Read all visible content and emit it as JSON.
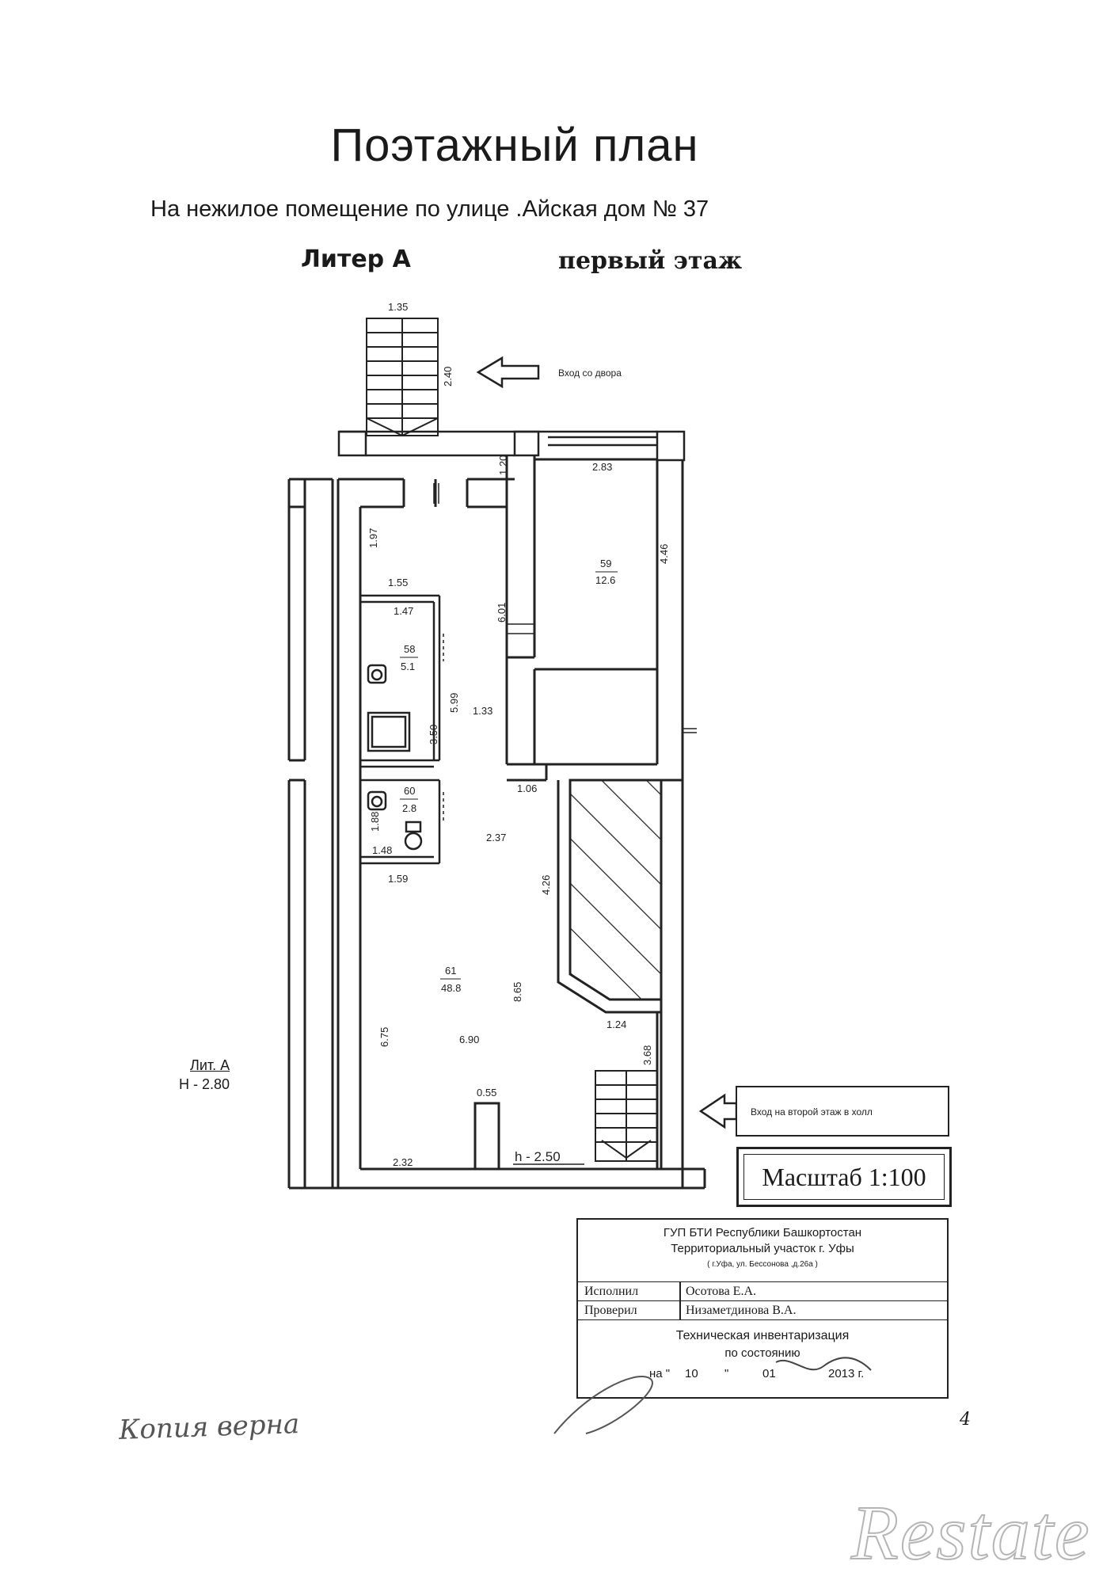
{
  "header": {
    "title": "Поэтажный план",
    "subtitle": "На нежилое помещение по улице .Айская дом № 37",
    "liter": "Литер А",
    "floor": "первый этаж"
  },
  "plan": {
    "entrances": {
      "yard": "Вход со двора",
      "second_floor": "Вход на второй этаж в холл"
    },
    "liter_note": {
      "label": "Лит. А",
      "height": "Н - 2.80"
    },
    "ceiling_note": "h - 2.50",
    "rooms": [
      {
        "number": "59",
        "area": "12.6"
      },
      {
        "number": "58",
        "area": "5.1"
      },
      {
        "number": "60",
        "area": "2.8"
      },
      {
        "number": "61",
        "area": "48.8"
      }
    ],
    "dimensions": {
      "stair_width": "1.35",
      "stair_length": "2.40",
      "d_120": "1.20",
      "d_283": "2.83",
      "d_446": "4.46",
      "d_197": "1.97",
      "d_155": "1.55",
      "d_147": "1.47",
      "d_601": "6.01",
      "d_599": "5.99",
      "d_133": "1.33",
      "d_350": "3.50",
      "d_106": "1.06",
      "d_188": "1.88",
      "d_148": "1.48",
      "d_237": "2.37",
      "d_159": "1.59",
      "d_426": "4.26",
      "d_865": "8.65",
      "d_675": "6.75",
      "d_690": "6.90",
      "d_124": "1.24",
      "d_368": "3.68",
      "d_055": "0.55",
      "d_232": "2.32"
    }
  },
  "scale": "Масштаб 1:100",
  "stamp": {
    "org_line1": "ГУП БТИ Республики Башкортостан",
    "org_line2": "Территориальный участок г. Уфы",
    "org_address": "( г.Уфа, ул. Бессонова ,д.26а )",
    "executed_label": "Исполнил",
    "executed_name": "Осотова Е.А.",
    "checked_label": "Проверил",
    "checked_name": "Низаметдинова В.А.",
    "inventory_line1": "Техническая инвентаризация",
    "inventory_line2": "по состоянию",
    "date_prefix": "на \"",
    "date_day": "10",
    "date_quote": "\"",
    "date_month": "01",
    "date_year": "2013 г."
  },
  "footer": {
    "handwriting": "Копия верна",
    "page_number": "4",
    "watermark": "Restate"
  }
}
